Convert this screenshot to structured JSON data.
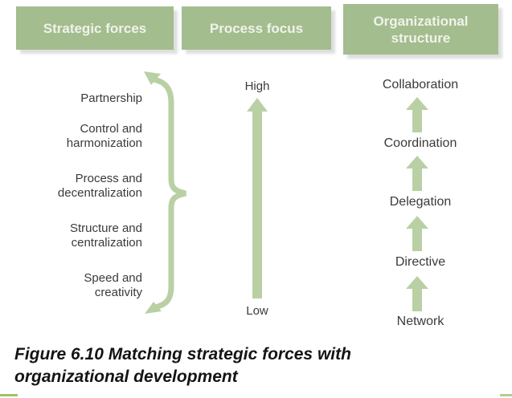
{
  "headers": {
    "strategic_forces": "Strategic forces",
    "process_focus": "Process focus",
    "organizational_structure": "Organizational structure"
  },
  "strategic_forces": {
    "items": [
      "Partnership",
      "Control and\nharmonization",
      "Process and\ndecentralization",
      "Structure and\ncentralization",
      "Speed and\ncreativity"
    ]
  },
  "process_focus": {
    "high_label": "High",
    "low_label": "Low"
  },
  "organizational_structure": {
    "levels": [
      "Collaboration",
      "Coordination",
      "Delegation",
      "Directive",
      "Network"
    ]
  },
  "caption": {
    "line1": "Figure 6.10 Matching strategic forces with",
    "line2": "organizational development"
  },
  "icons": {
    "brace": "curly-brace-double-arrow-icon",
    "process_arrow": "up-arrow-icon",
    "level_arrow": "up-arrow-icon"
  },
  "colors": {
    "header_box": "#a4bd8f",
    "header_text": "#eff3e9",
    "arrow": "#b9d0a4",
    "label_text": "#3a3a3a",
    "caption_text": "#141414",
    "bottom_rule_left": "#9fc463",
    "bottom_rule_right": "#b2d189"
  }
}
